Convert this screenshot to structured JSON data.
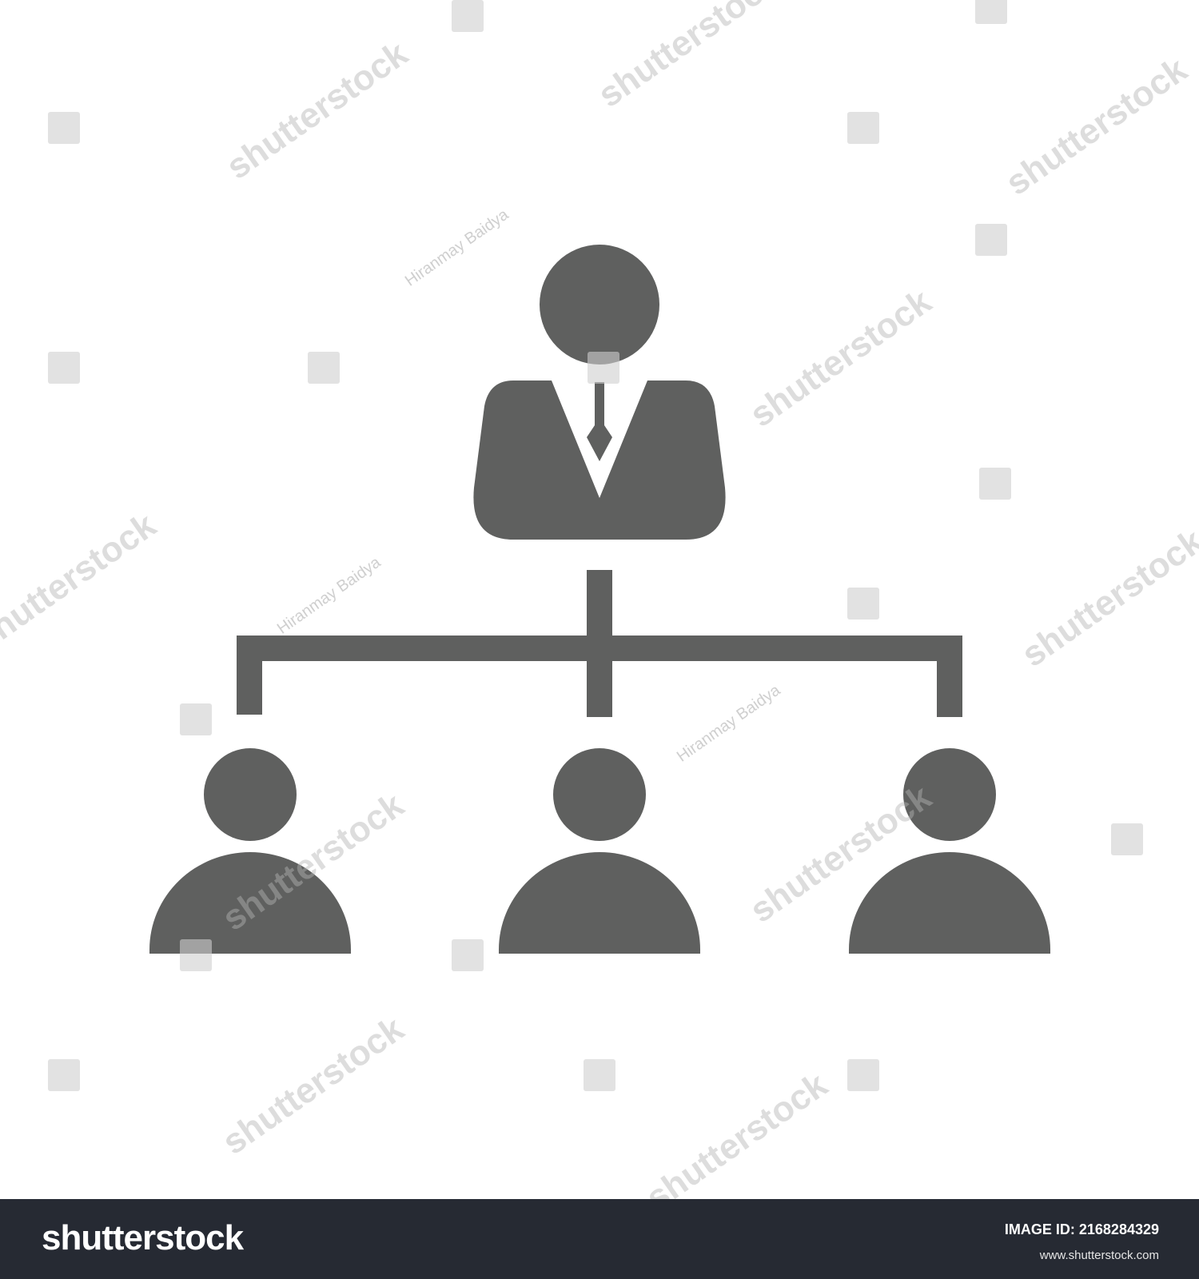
{
  "colors": {
    "icon": "#5f605f",
    "background": "#ffffff",
    "footer": "#262a33",
    "footer_text": "#ffffff"
  },
  "diagram": {
    "manager": {
      "icon": "businessman-icon"
    },
    "employees": [
      {
        "icon": "person-icon"
      },
      {
        "icon": "person-icon"
      },
      {
        "icon": "person-icon"
      }
    ],
    "connector": {
      "icon": "org-chart-connector"
    }
  },
  "watermark": {
    "brand": "shutterstock",
    "author": "Hiranmay Baidya"
  },
  "footer": {
    "logo": "shutterstock",
    "image_id_label": "IMAGE ID:",
    "image_id": "2168284329",
    "url": "www.shutterstock.com"
  }
}
